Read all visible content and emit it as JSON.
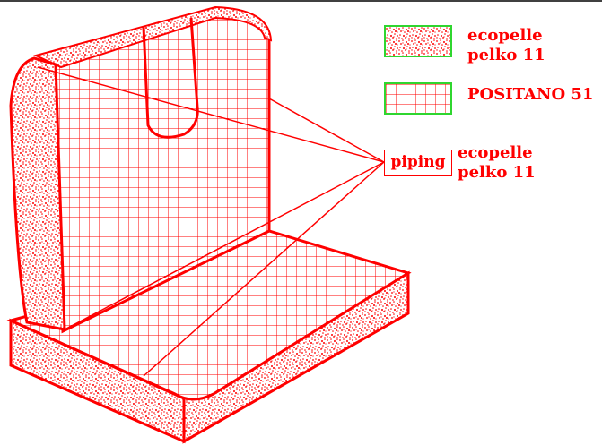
{
  "legend": {
    "items": [
      {
        "pattern": "stipple",
        "label_line1": "ecopelle",
        "label_line2": "pelko 11"
      },
      {
        "pattern": "grid",
        "label_line1": "POSITANO 51",
        "label_line2": ""
      }
    ],
    "swatch_border_color": "#2fd62f"
  },
  "callout": {
    "tag": "piping",
    "label_line1": "ecopelle",
    "label_line2": "pelko 11"
  },
  "colors": {
    "drawing": "#ff0000",
    "background": "#ffffff",
    "top_rule": "#000000"
  }
}
